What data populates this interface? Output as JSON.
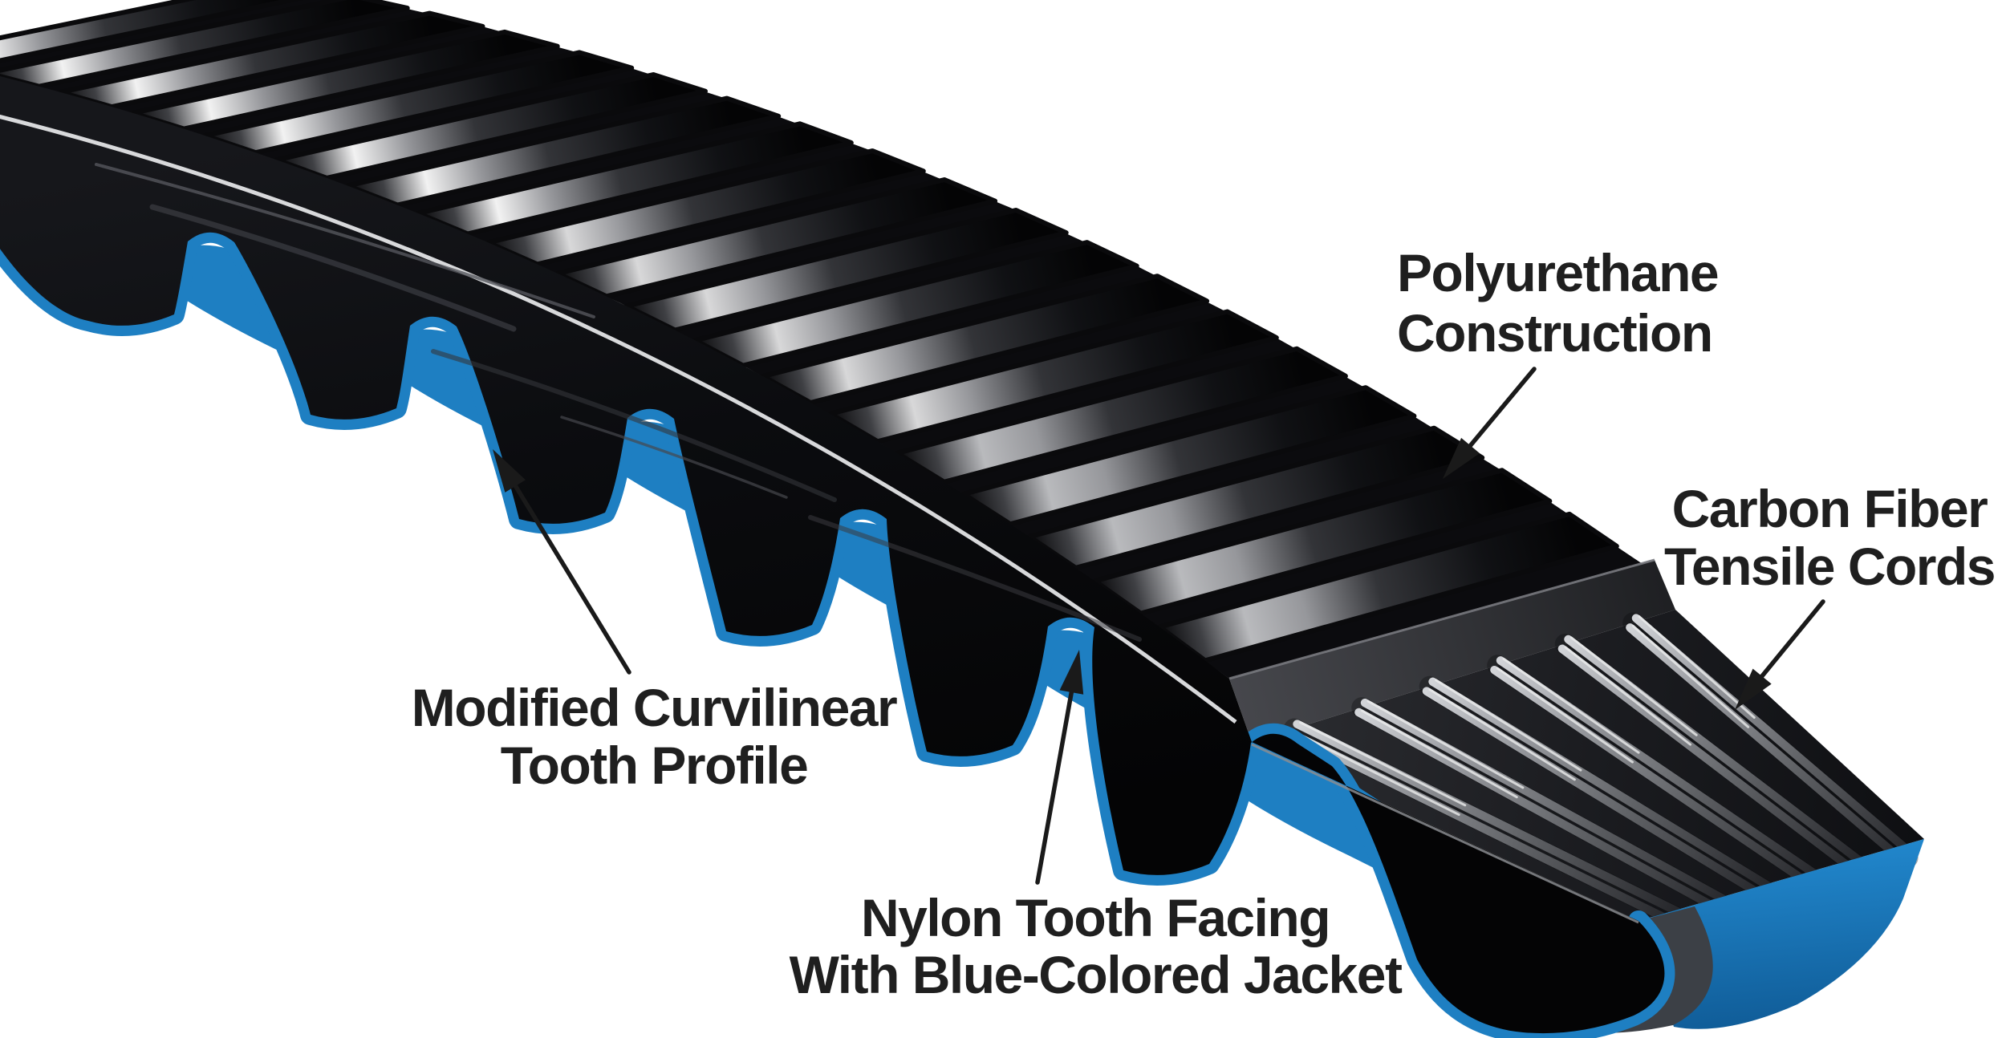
{
  "title": "Synchronous belt construction diagram",
  "colors": {
    "belt_blue": "#1e7fc2",
    "belt_black": "#0c0d10",
    "text": "#1f1f1f",
    "background": "#ffffff"
  },
  "labels": {
    "polyurethane": {
      "lines": [
        "Polyurethane",
        "Construction"
      ]
    },
    "carbon_fiber": {
      "lines": [
        "Carbon Fiber",
        "Tensile Cords"
      ]
    },
    "tooth_profile": {
      "lines": [
        "Modified Curvilinear",
        "Tooth Profile"
      ]
    },
    "nylon_facing": {
      "lines": [
        "Nylon Tooth Facing",
        "With Blue-Colored Jacket"
      ]
    }
  }
}
